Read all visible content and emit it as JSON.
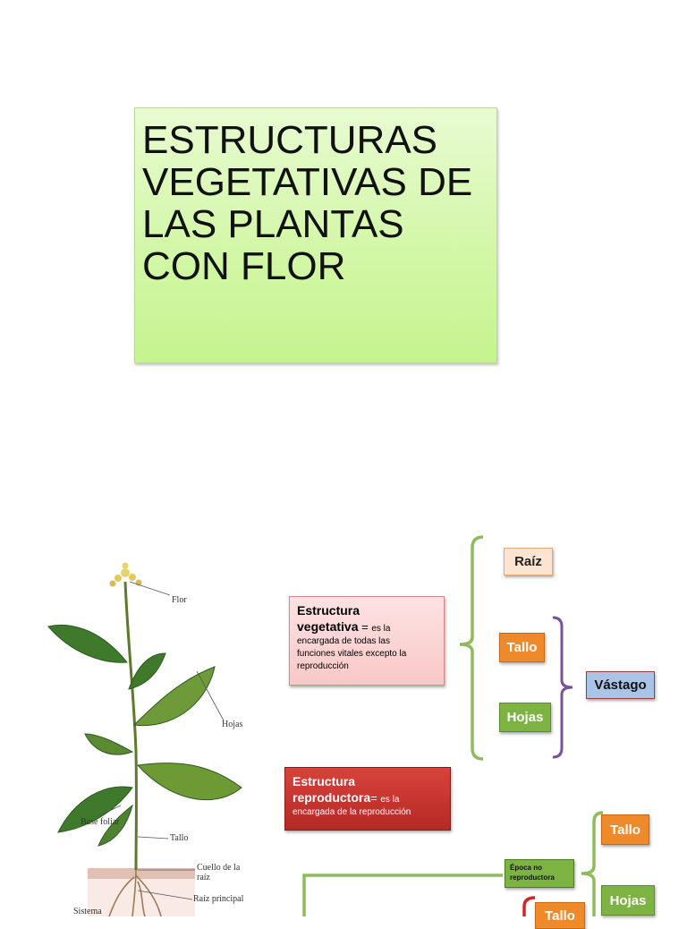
{
  "title": {
    "lines": [
      "ESTRUCTURAS",
      "VEGETATIVAS DE",
      "LAS PLANTAS",
      "CON FLOR"
    ]
  },
  "plant_labels": {
    "flor": "Flor",
    "hojas": "Hojas",
    "base_foliar": "Base foliar",
    "tallo": "Tallo",
    "cuello_raiz_1": "Cuello de la",
    "cuello_raiz_2": "raíz",
    "raiz_principal": "Raíz principal",
    "sistema": "Sistema"
  },
  "vegetativa": {
    "head_1": "Estructura",
    "head_2": "vegetativa",
    "eq": " = ",
    "desc_1": "es la",
    "desc_2": "encargada de todas las",
    "desc_3": "funciones vitales excepto la",
    "desc_4": "reproducción"
  },
  "reproductora": {
    "head_1": "Estructura",
    "head_2": "reproductora",
    "eq": "= ",
    "desc_1": "es la",
    "desc_2": "encargada de la reproducción"
  },
  "nodes": {
    "raiz": "Raíz",
    "tallo": "Tallo",
    "hojas": "Hojas",
    "vastago": "Vástago",
    "epoca_1": "Época no",
    "epoca_2": "reproductora",
    "tallo_b": "Tallo",
    "hojas_b": "Hojas",
    "tallo_c": "Tallo"
  },
  "colors": {
    "title_bg": "#d3f7a8",
    "bracket_green": "#8fbc5a",
    "bracket_purple": "#7a4fa0",
    "bracket_red": "#d8222a"
  }
}
